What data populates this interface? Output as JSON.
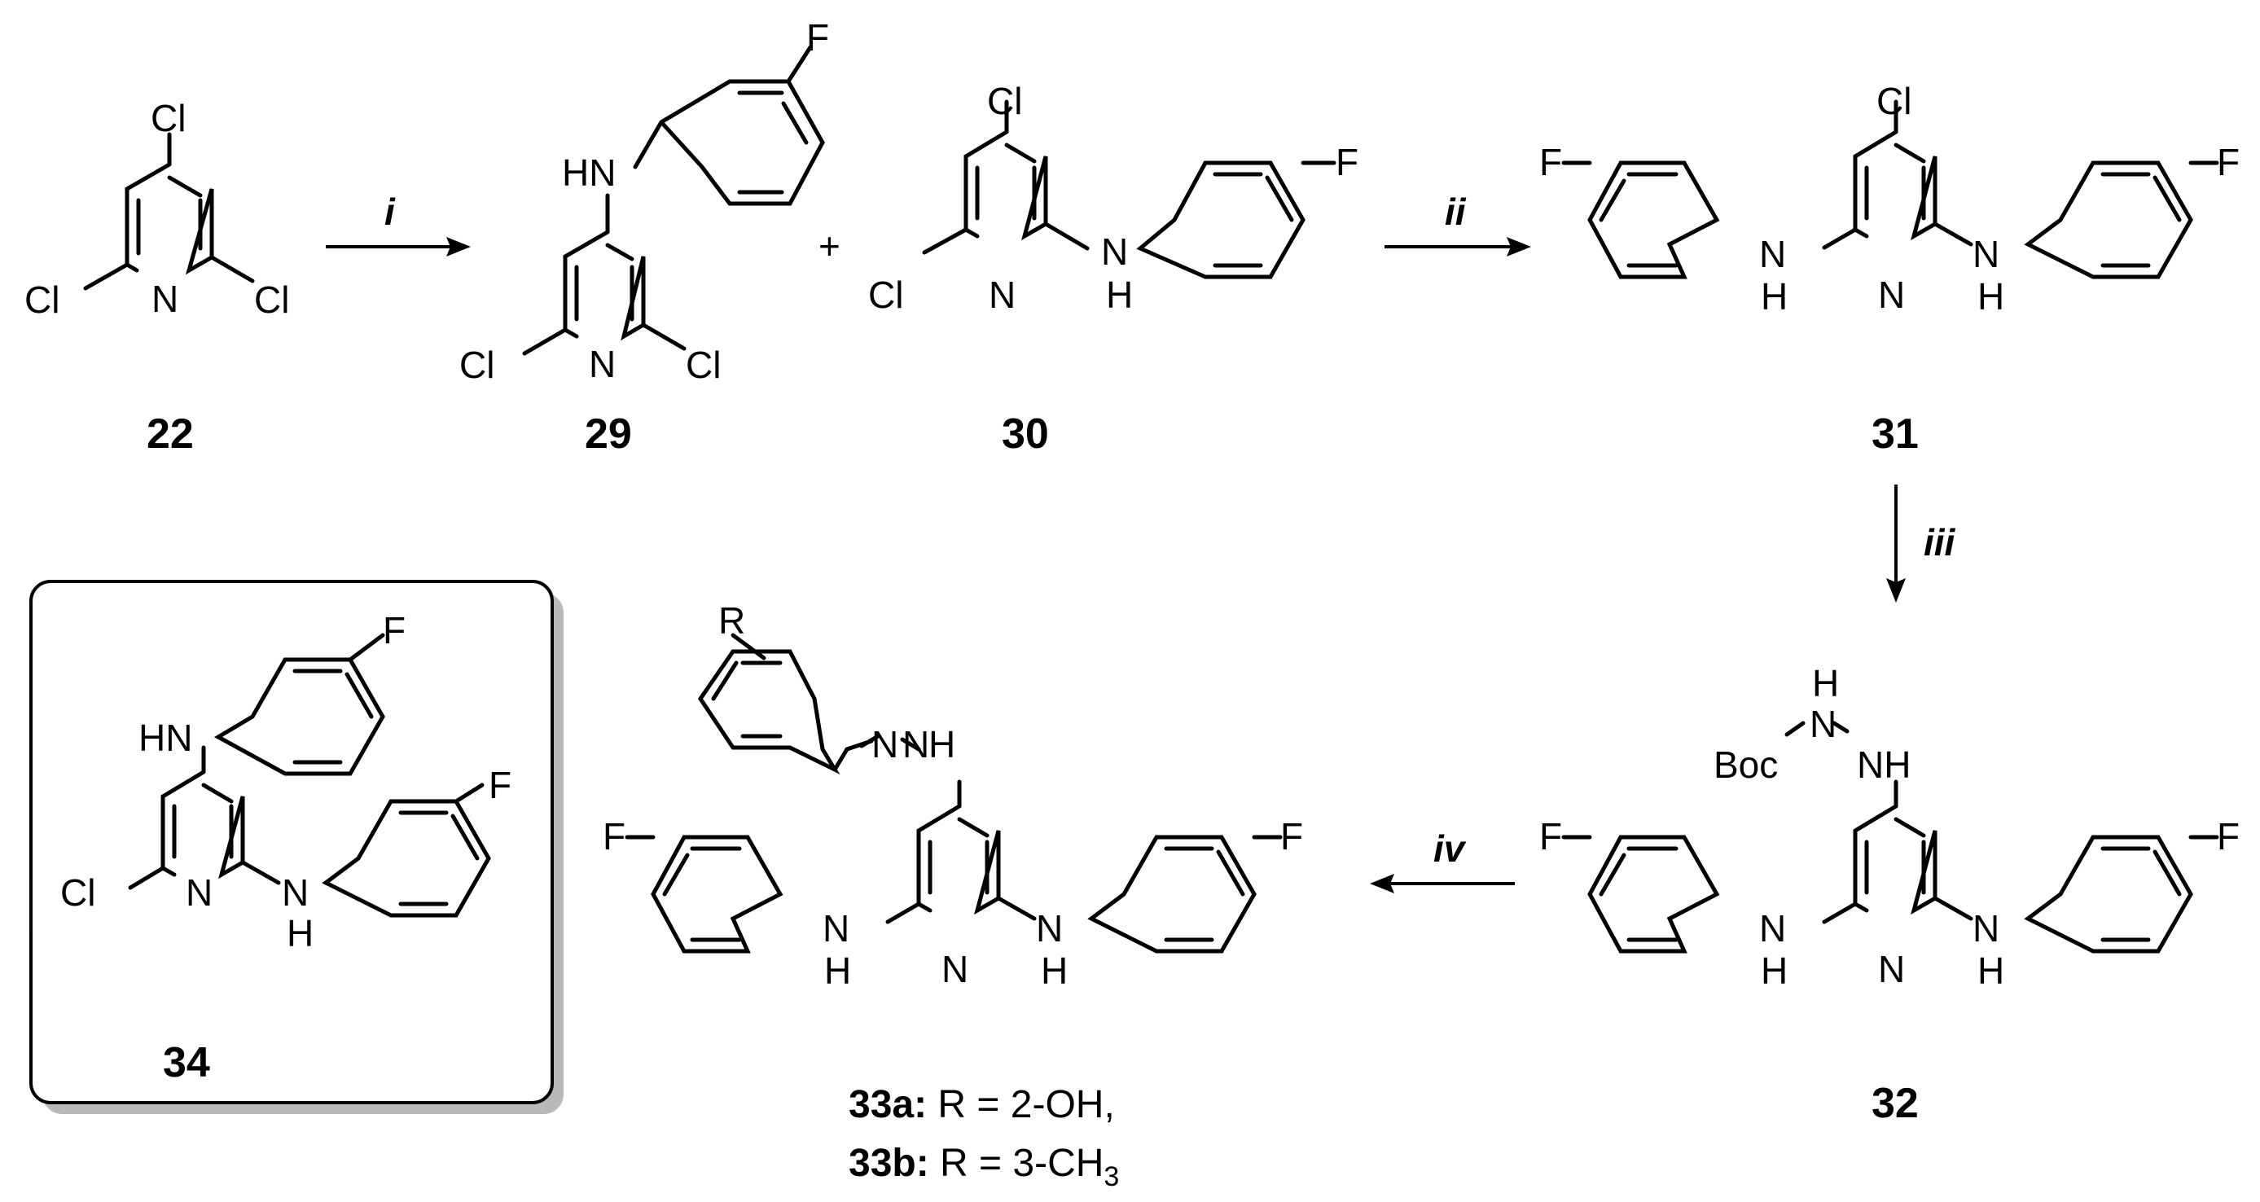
{
  "atoms": {
    "cl": "Cl",
    "n": "N",
    "f": "F",
    "h": "H",
    "hn": "HN",
    "nh": "NH",
    "boc": "Boc",
    "r": "R"
  },
  "compounds": {
    "c22": "22",
    "c29": "29",
    "c30": "30",
    "c31": "31",
    "c32": "32",
    "c34": "34"
  },
  "plus": "+",
  "steps": {
    "i": "i",
    "ii": "ii",
    "iii": "iii",
    "iv": "iv"
  },
  "labels33": {
    "a_id": "33a:",
    "a_text": " R = 2-OH,",
    "b_id": "33b:",
    "b_text": " R = 3-CH",
    "b_sub": "3"
  },
  "colors": {
    "ink": "#000000",
    "box_shadow": "#b9b9b9",
    "background": "#ffffff"
  }
}
